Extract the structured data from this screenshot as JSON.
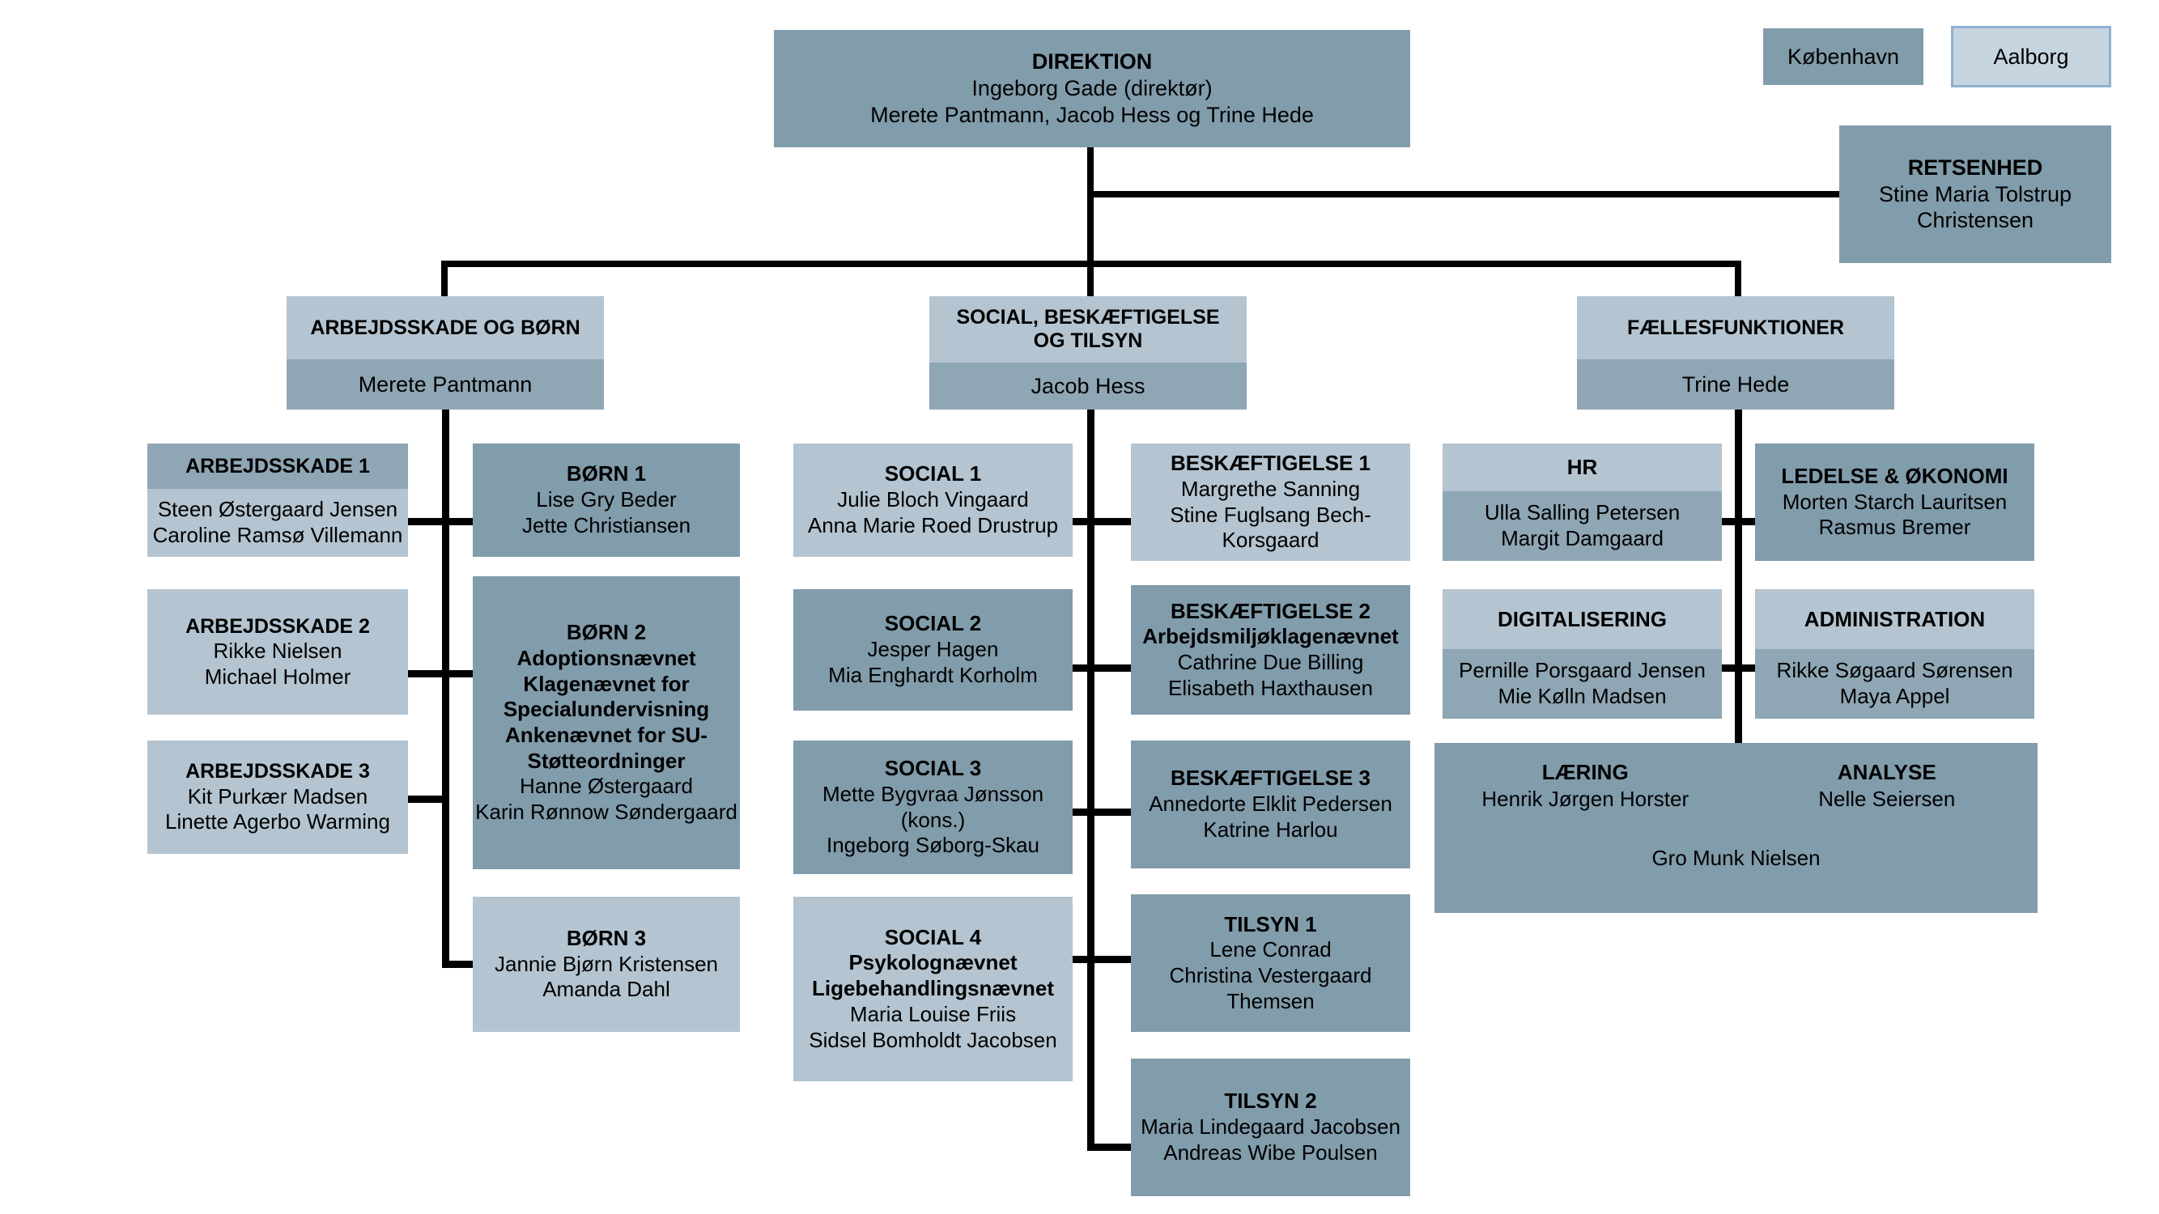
{
  "tabs": [
    {
      "label": "København",
      "state": "active"
    },
    {
      "label": "Aalborg",
      "state": "inactive"
    }
  ],
  "top": {
    "direktion": {
      "title": "DIREKTION",
      "line1": "Ingeborg Gade (direktør)",
      "line2": "Merete Pantmann, Jacob Hess og Trine Hede"
    },
    "retsenhed": {
      "title": "RETSENHED",
      "line1": "Stine Maria Tolstrup",
      "line2": "Christensen"
    }
  },
  "divisions": [
    {
      "title": "ARBEJDSSKADE OG BØRN",
      "head": "Merete Pantmann"
    },
    {
      "title": "SOCIAL, BESKÆFTIGELSE OG TILSYN",
      "head": "Jacob Hess"
    },
    {
      "title": "FÆLLESFUNKTIONER",
      "head": "Trine Hede"
    }
  ],
  "arbejdsskade": [
    {
      "title": "ARBEJDSSKADE 1",
      "names": [
        "Steen Østergaard Jensen",
        "Caroline Ramsø Villemann"
      ],
      "style": "split"
    },
    {
      "title": "ARBEJDSSKADE 2",
      "names": [
        "Rikke Nielsen",
        "Michael Holmer"
      ],
      "style": "light"
    },
    {
      "title": "ARBEJDSSKADE 3",
      "names": [
        "Kit Purkær Madsen",
        "Linette Agerbo Warming"
      ],
      "style": "light"
    }
  ],
  "boern": [
    {
      "title": "BØRN 1",
      "subtitles": [],
      "names": [
        "Lise Gry Beder",
        "Jette Christiansen"
      ],
      "style": "dark"
    },
    {
      "title": "BØRN 2",
      "subtitles": [
        "Adoptionsnævnet",
        "Klagenævnet for Specialundervisning",
        "Ankenævnet for SU-Støtteordninger"
      ],
      "names": [
        "Hanne Østergaard",
        "Karin Rønnow Søndergaard"
      ],
      "style": "dark"
    },
    {
      "title": "BØRN 3",
      "subtitles": [],
      "names": [
        "Jannie Bjørn Kristensen",
        "Amanda Dahl"
      ],
      "style": "light"
    }
  ],
  "social": [
    {
      "title": "SOCIAL 1",
      "subtitles": [],
      "names": [
        "Julie Bloch Vingaard",
        "Anna Marie Roed Drustrup"
      ],
      "style": "light"
    },
    {
      "title": "SOCIAL 2",
      "subtitles": [],
      "names": [
        "Jesper Hagen",
        "Mia Enghardt Korholm"
      ],
      "style": "dark"
    },
    {
      "title": "SOCIAL 3",
      "subtitles": [],
      "names": [
        "Mette Bygvraa Jønsson (kons.)",
        "Ingeborg Søborg-Skau"
      ],
      "style": "dark"
    },
    {
      "title": "SOCIAL 4",
      "subtitles": [
        "Psykolognævnet",
        "Ligebehandlingsnævnet"
      ],
      "names": [
        "Maria Louise Friis",
        "Sidsel Bomholdt Jacobsen"
      ],
      "style": "light"
    }
  ],
  "beskaeftigelse": [
    {
      "title": "BESKÆFTIGELSE 1",
      "subtitles": [],
      "names": [
        "Margrethe Sanning",
        "Stine Fuglsang Bech-Korsgaard"
      ],
      "style": "light"
    },
    {
      "title": "BESKÆFTIGELSE 2",
      "subtitles": [
        "Arbejdsmiljøklagenævnet"
      ],
      "names": [
        "Cathrine Due Billing",
        "Elisabeth Haxthausen"
      ],
      "style": "dark"
    },
    {
      "title": "BESKÆFTIGELSE 3",
      "subtitles": [],
      "names": [
        "Annedorte Elklit Pedersen",
        "Katrine Harlou"
      ],
      "style": "dark"
    },
    {
      "title": "TILSYN 1",
      "subtitles": [],
      "names": [
        "Lene Conrad",
        "Christina Vestergaard Themsen"
      ],
      "style": "dark"
    },
    {
      "title": "TILSYN 2",
      "subtitles": [],
      "names": [
        "Maria Lindegaard Jacobsen",
        "Andreas Wibe Poulsen"
      ],
      "style": "dark"
    }
  ],
  "faelles": {
    "hr": {
      "title": "HR",
      "names": [
        "Ulla Salling Petersen",
        "Margit Damgaard"
      ]
    },
    "ledelse": {
      "title": "LEDELSE & ØKONOMI",
      "names": [
        "Morten Starch Lauritsen",
        "Rasmus Bremer"
      ]
    },
    "digitalisering": {
      "title": "DIGITALISERING",
      "names": [
        "Pernille Porsgaard Jensen",
        "Mie Kølln Madsen"
      ]
    },
    "administration": {
      "title": "ADMINISTRATION",
      "names": [
        "Rikke Søgaard Sørensen",
        "Maya Appel"
      ]
    },
    "laering": {
      "title": "LÆRING",
      "name": "Henrik Jørgen Horster"
    },
    "analyse": {
      "title": "ANALYSE",
      "name": "Nelle Seiersen"
    },
    "shared_name": "Gro Munk Nielsen"
  },
  "colors": {
    "dark": "#819cab",
    "light": "#b4c4d0",
    "mid": "#8fa6b4",
    "line": "#000000",
    "tab_inactive_bg": "#c6d4e0",
    "tab_inactive_border": "#8fb0d0"
  }
}
